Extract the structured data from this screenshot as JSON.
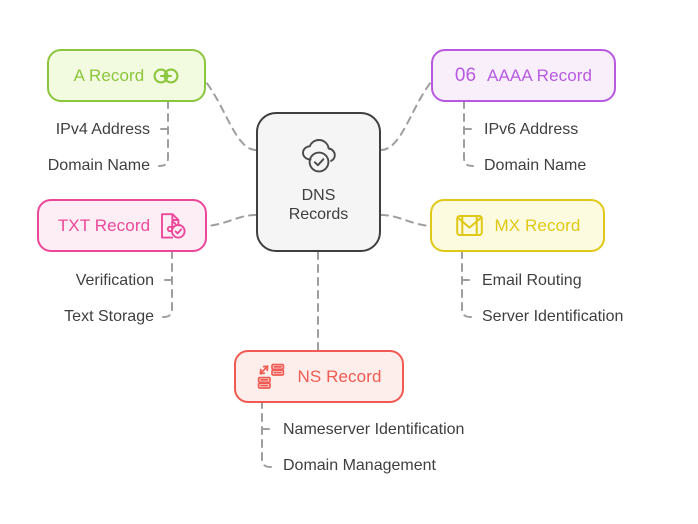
{
  "diagram": {
    "type": "mind-map",
    "center": {
      "title_line1": "DNS",
      "title_line2": "Records",
      "icon": "cloud-check-icon",
      "border_color": "#3f3f3f",
      "fill_color": "#f5f5f5",
      "text_color": "#3f3f3f"
    },
    "connector_color": "#9e9e9e",
    "connector_style": "dashed",
    "branches": [
      {
        "id": "a-record",
        "label": "A Record",
        "number": "",
        "icon": "link-chain-icon",
        "icon_position": "right",
        "accent_color": "#8cc63e",
        "border_color": "#8cc63e",
        "fill_color": "#f2fbdf",
        "text_color": "#8cc63e",
        "side": "left",
        "children": [
          "IPv4 Address",
          "Domain Name"
        ]
      },
      {
        "id": "aaaa-record",
        "label": "AAAA Record",
        "number": "06",
        "icon": "",
        "icon_position": "left",
        "accent_color": "#b85ae0",
        "border_color": "#b85ae0",
        "fill_color": "#f8effb",
        "text_color": "#b85ae0",
        "side": "right",
        "children": [
          "IPv6 Address",
          "Domain Name"
        ]
      },
      {
        "id": "txt-record",
        "label": "TXT Record",
        "number": "",
        "icon": "document-music-check-icon",
        "icon_position": "right",
        "accent_color": "#ec4899",
        "border_color": "#ec4899",
        "fill_color": "#fdeef5",
        "text_color": "#ec4899",
        "side": "left",
        "children": [
          "Verification",
          "Text Storage"
        ]
      },
      {
        "id": "mx-record",
        "label": "MX Record",
        "number": "",
        "icon": "envelope-icon",
        "icon_position": "left",
        "accent_color": "#e0c818",
        "border_color": "#e0c818",
        "fill_color": "#fdfbdf",
        "text_color": "#e0c818",
        "side": "right",
        "children": [
          "Email Routing",
          "Server Identification"
        ]
      },
      {
        "id": "ns-record",
        "label": "NS Record",
        "number": "",
        "icon": "server-stack-icon",
        "icon_position": "left",
        "accent_color": "#f05a52",
        "border_color": "#f05a52",
        "fill_color": "#fdeeec",
        "text_color": "#f05a52",
        "side": "bottom",
        "children": [
          "Nameserver Identification",
          "Domain Management"
        ]
      }
    ]
  }
}
